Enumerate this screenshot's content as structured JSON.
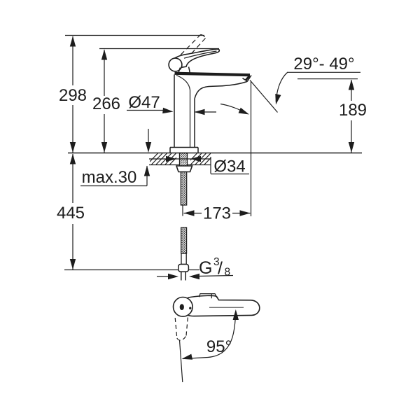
{
  "drawing": {
    "kind": "technical-dimension-diagram",
    "subject": "single-lever basin mixer faucet, side profile with mounting shank, flexible supply hose and handle swivel detail",
    "colors": {
      "background": "#ffffff",
      "line": "#1d1d1d"
    },
    "labels": {
      "height_overall": "298",
      "height_body": "266",
      "spout_diameter": "Ø47",
      "spout_angle_range": "29°- 49°",
      "spout_height": "189",
      "max_mounting_thickness": "max.30",
      "hole_diameter": "Ø34",
      "height_total": "445",
      "spout_reach": "173",
      "thread_g": "G",
      "thread_numerator": "3",
      "thread_slash": "/",
      "thread_denominator": "8",
      "handle_angle": "95°"
    }
  }
}
